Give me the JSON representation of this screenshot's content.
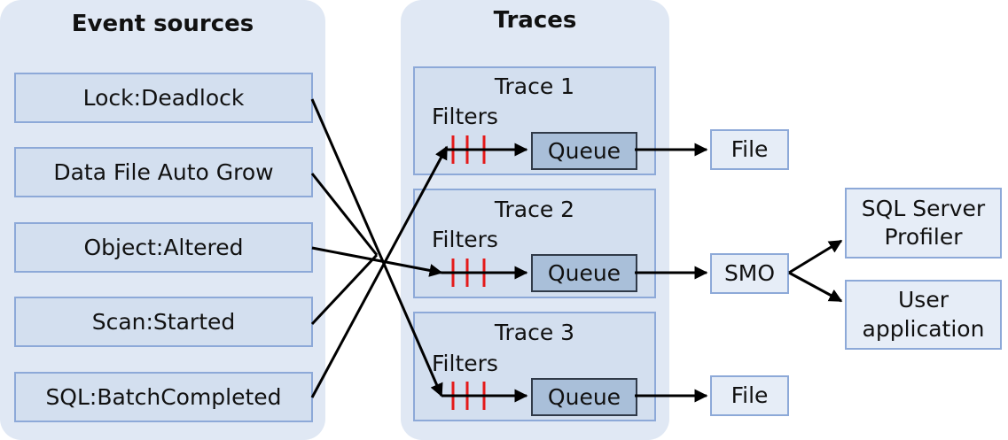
{
  "event_sources": {
    "title": "Event sources",
    "items": [
      {
        "label": "Lock:Deadlock"
      },
      {
        "label": "Data File Auto Grow"
      },
      {
        "label": "Object:Altered"
      },
      {
        "label": "Scan:Started"
      },
      {
        "label": "SQL:BatchCompleted"
      }
    ]
  },
  "traces": {
    "title": "Traces",
    "items": [
      {
        "title": "Trace 1",
        "filters_label": "Filters",
        "queue_label": "Queue"
      },
      {
        "title": "Trace 2",
        "filters_label": "Filters",
        "queue_label": "Queue"
      },
      {
        "title": "Trace 3",
        "filters_label": "Filters",
        "queue_label": "Queue"
      }
    ]
  },
  "outputs": {
    "file_1": "File",
    "smo": "SMO",
    "file_3": "File",
    "profiler_line1": "SQL Server",
    "profiler_line2": "Profiler",
    "user_app_line1": "User",
    "user_app_line2": "application"
  },
  "colors": {
    "panel": "#e0e8f4",
    "box_border": "#8da9d8",
    "filter_marks": "#e41a1a",
    "arrow": "#000000"
  }
}
